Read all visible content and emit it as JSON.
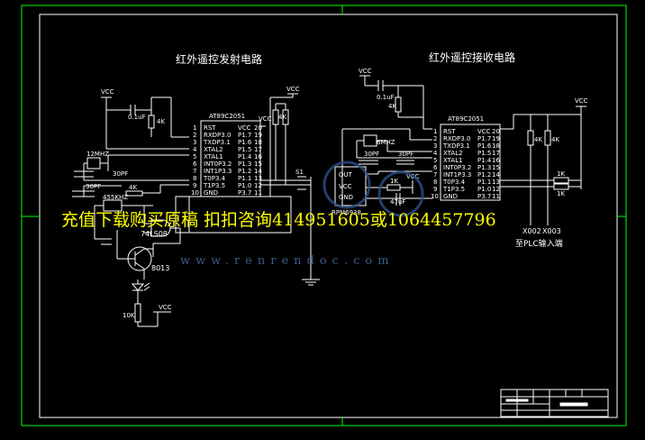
{
  "titles": {
    "transmitter": "红外遥控发射电路",
    "receiver": "红外遥控接收电路"
  },
  "chip": {
    "name": "AT89C2051",
    "left_pins": [
      "RST",
      "RXDP3.0",
      "TXDP3.1",
      "XTAL2",
      "XTAL1",
      "INT0P3.2",
      "INT1P3.3",
      "T0P3.4",
      "T1P3.5",
      "GND"
    ],
    "left_nums": [
      "1",
      "2",
      "3",
      "4",
      "5",
      "6",
      "7",
      "8",
      "9",
      "10"
    ],
    "right_pins": [
      "VCC",
      "P1.7",
      "P1.6",
      "P1.5",
      "P1.4",
      "P1.3",
      "P1.2",
      "P1.1",
      "P1.0",
      "P3.7"
    ],
    "right_nums": [
      "20",
      "19",
      "18",
      "17",
      "16",
      "15",
      "14",
      "13",
      "12",
      "11"
    ]
  },
  "labels": {
    "vcc": "VCC",
    "cap_01uf": "0.1uF",
    "res_4k": "4K",
    "crystal_12mhz": "12MHZ",
    "crystal_6mhz": "6MHZ",
    "cap_30pf": "30PF",
    "osc_455khz": "455KHZ",
    "ic_74ls08": "74LS08",
    "transistor": "8013",
    "res_10k": "10K",
    "res_1k": "1K",
    "cap_47uf": "47uF",
    "ir_out": "OUT",
    "ir_vcc": "VCC",
    "ir_gnd": "GND",
    "ir_module": "RPM6938",
    "plc_x002": "X002",
    "plc_x003": "X003",
    "plc_input": "至PLC输入端",
    "switch_s1": "S1"
  },
  "watermark": {
    "line": "充值下载购买原稿 扣扣咨询414951605或1064457796",
    "site": "www.renrendoc.com"
  },
  "colors": {
    "wire": "#ffffff",
    "border": "#00ff00",
    "watermark": "#ffff00"
  }
}
